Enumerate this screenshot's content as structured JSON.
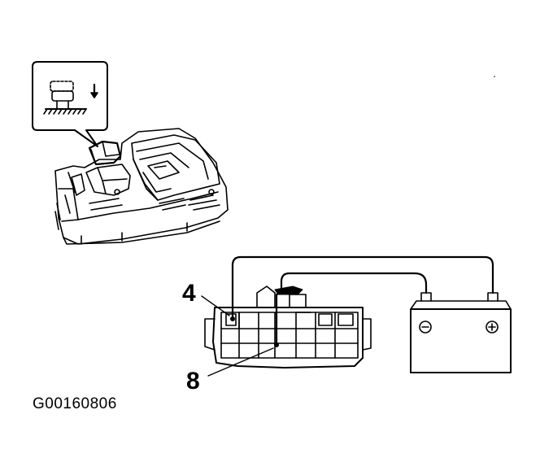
{
  "figure_id": "G00160806",
  "callouts": [
    {
      "label": "4"
    },
    {
      "label": "8"
    }
  ],
  "battery": {
    "negative_terminal": "⊖",
    "positive_terminal": "⊕"
  },
  "colors": {
    "line": "#000000",
    "background": "#ffffff"
  }
}
